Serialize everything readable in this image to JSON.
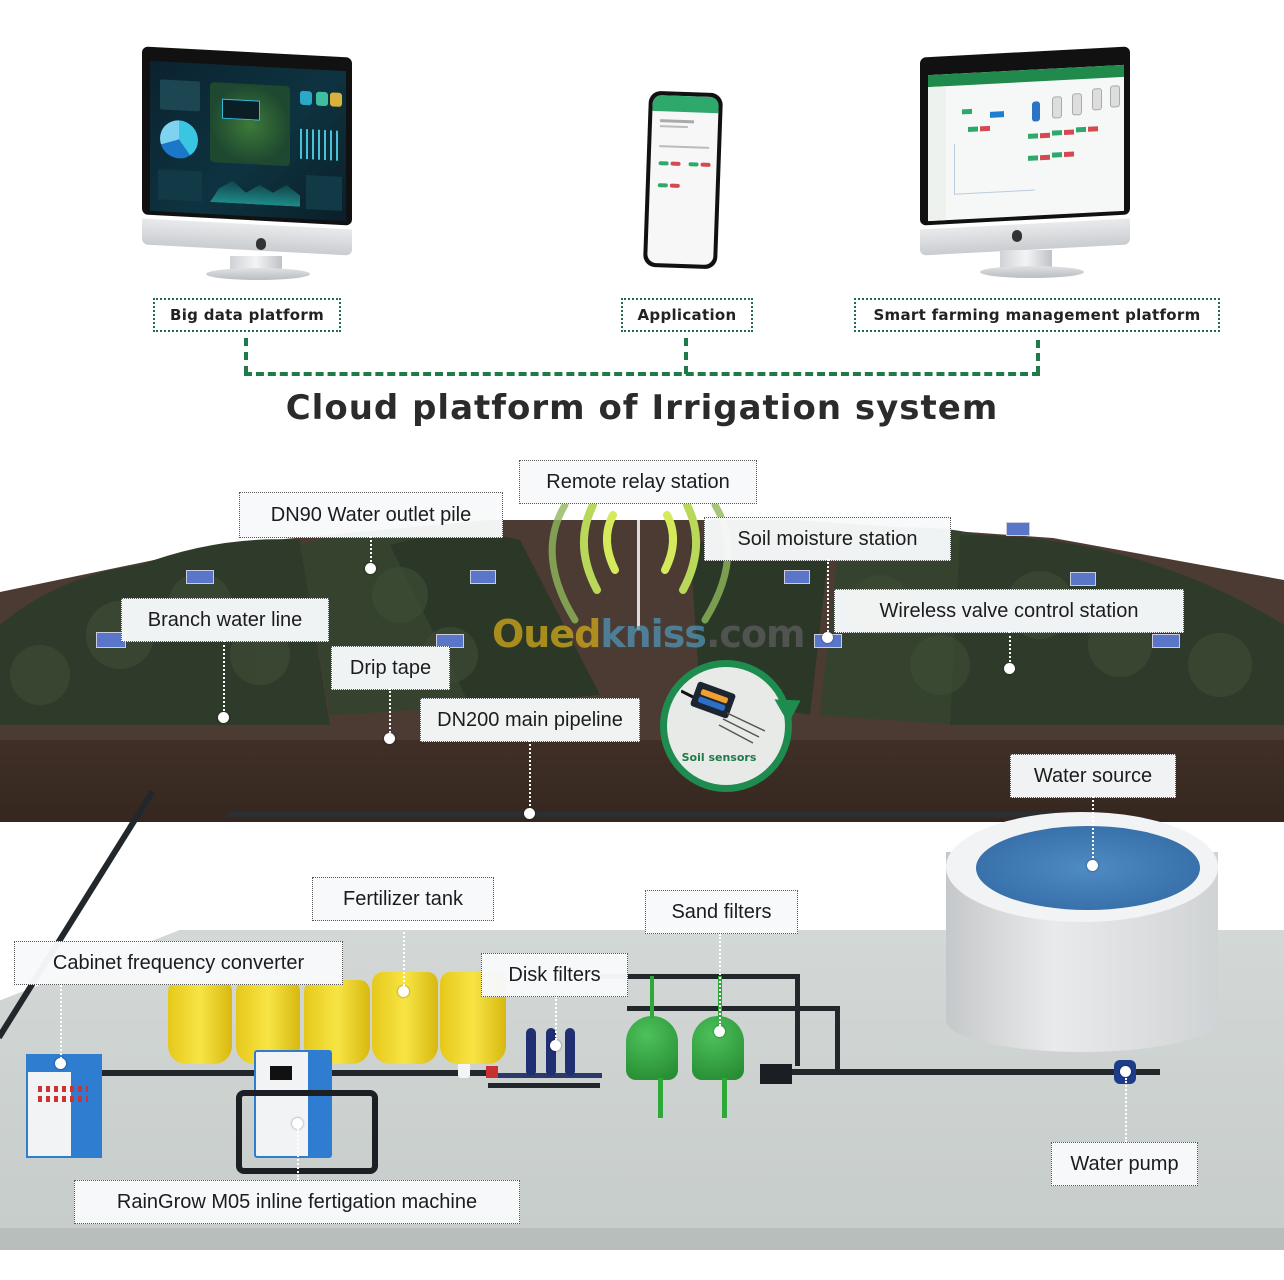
{
  "cloud": {
    "title": "Cloud platform of Irrigation system",
    "platforms": [
      {
        "label": "Big data platform",
        "device": "desktop-monitor",
        "screen_theme": "dark dashboard"
      },
      {
        "label": "Application",
        "device": "smartphone",
        "screen_theme": "green mobile app"
      },
      {
        "label": "Smart farming management platform",
        "device": "desktop-monitor",
        "screen_theme": "light management console"
      }
    ],
    "connector_color": "#1f7a4a"
  },
  "field": {
    "labels": {
      "remote_relay_station": "Remote relay station",
      "dn90_outlet": "DN90 Water outlet pile",
      "soil_moisture_station": "Soil moisture station",
      "branch_water_line": "Branch water line",
      "wireless_valve": "Wireless valve control station",
      "drip_tape": "Drip tape",
      "dn200_main": "DN200 main pipeline",
      "water_source": "Water source"
    },
    "soil_sensor_callout": "Soil sensors",
    "watermark": {
      "part1": "Oued",
      "part2": "kniss",
      "part3": ".com"
    }
  },
  "equipment": {
    "labels": {
      "fertilizer_tank": "Fertilizer tank",
      "sand_filters": "Sand filters",
      "cabinet_converter": "Cabinet frequency converter",
      "disk_filters": "Disk filters",
      "fertigation_machine": "RainGrow M05 inline fertigation machine",
      "water_pump": "Water pump"
    }
  },
  "colors": {
    "brand_green": "#1f7a4a",
    "soil": "#4a3a30",
    "foliage": "#2f3b2a",
    "floor": "#cfd4d2",
    "water": "#3e78b0",
    "tank_yellow": "#f1d92c",
    "filter_green": "#2f9a3a"
  }
}
